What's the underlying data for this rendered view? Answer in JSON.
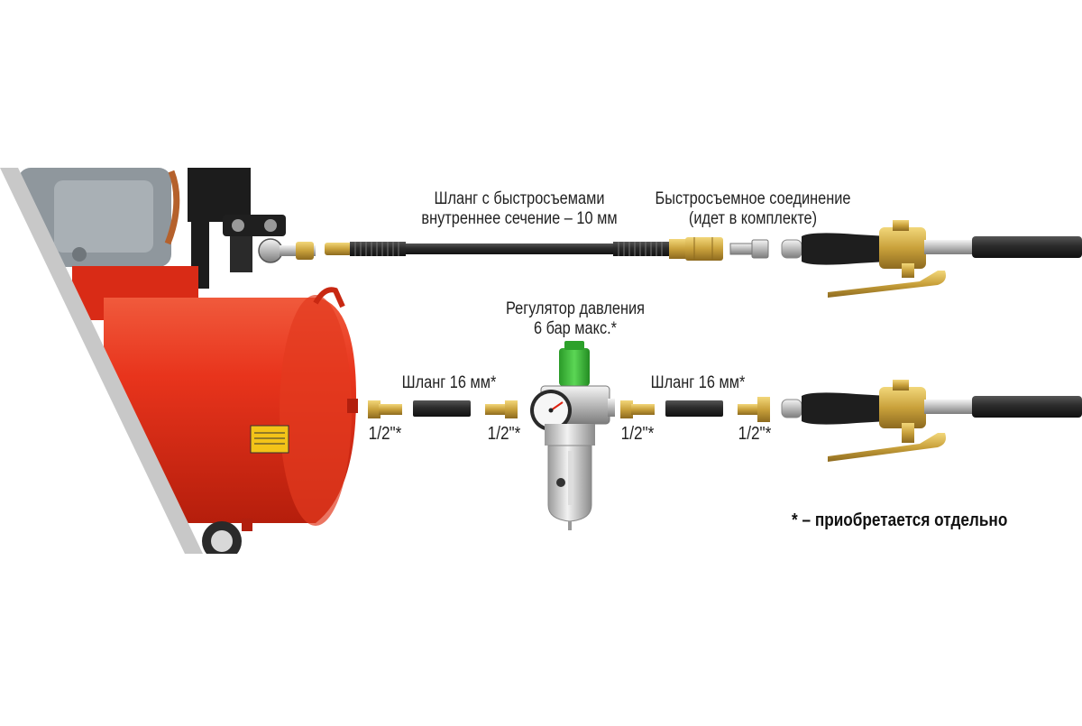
{
  "labels": {
    "hose_quick": [
      "Шланг с быстросъемами",
      "внутреннее сечение – 10 мм"
    ],
    "quick_connection": [
      "Быстросъемное соединение",
      "(идет в комплекте)"
    ],
    "regulator": [
      "Регулятор давления",
      "6 бар макс.*"
    ],
    "hose_left": "Шланг 16 мм*",
    "hose_right": "Шланг 16 мм*",
    "fittings": [
      "1/2\"*",
      "1/2\"*",
      "1/2\"*",
      "1/2\"*"
    ],
    "footnote": "* – приобретается отдельно"
  },
  "colors": {
    "tank_red": "#e8341c",
    "regulator_green": "#3fbf3a",
    "brass": "#c9a13b",
    "hose_black": "#2b2b2b",
    "stripe_gray": "#c8c8c8"
  },
  "icons": [
    "compressor",
    "hose",
    "quick-coupler",
    "pressure-regulator",
    "pressure-gauge",
    "fitting",
    "blow-gun"
  ]
}
